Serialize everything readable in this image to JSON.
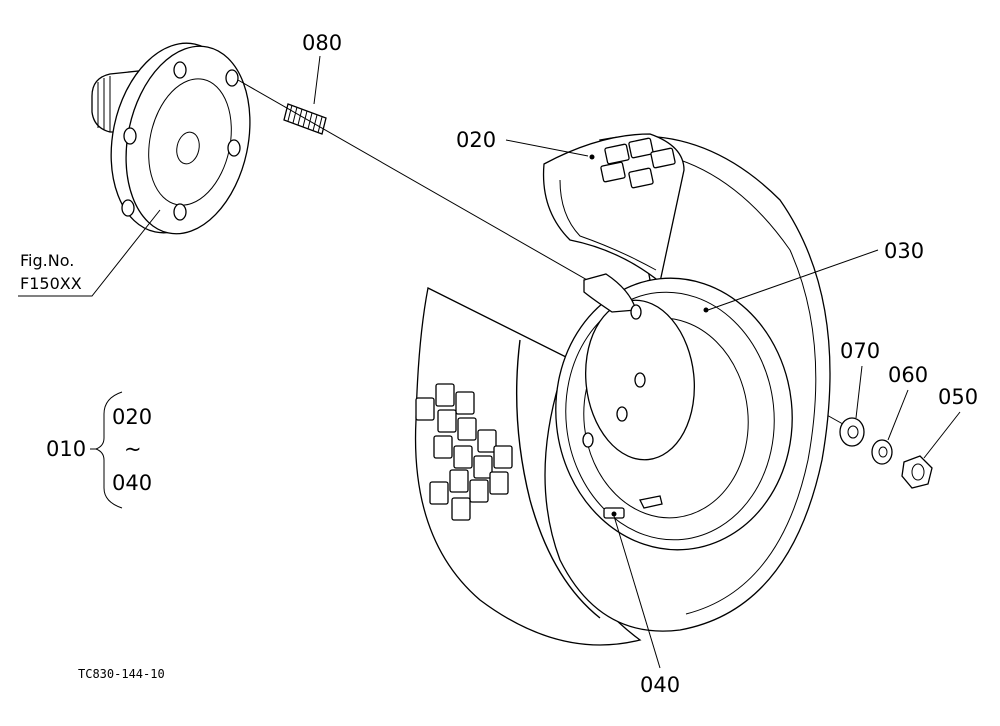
{
  "figure_ref": {
    "line1": "Fig.No.",
    "line2": "F150XX"
  },
  "callouts": {
    "p080": "080",
    "p020": "020",
    "p030": "030",
    "p070": "070",
    "p060": "060",
    "p050": "050",
    "p040": "040"
  },
  "assembly": {
    "parent": "010",
    "from": "020",
    "range_mark": "~",
    "to": "040"
  },
  "drawing_code": "TC830-144-10"
}
